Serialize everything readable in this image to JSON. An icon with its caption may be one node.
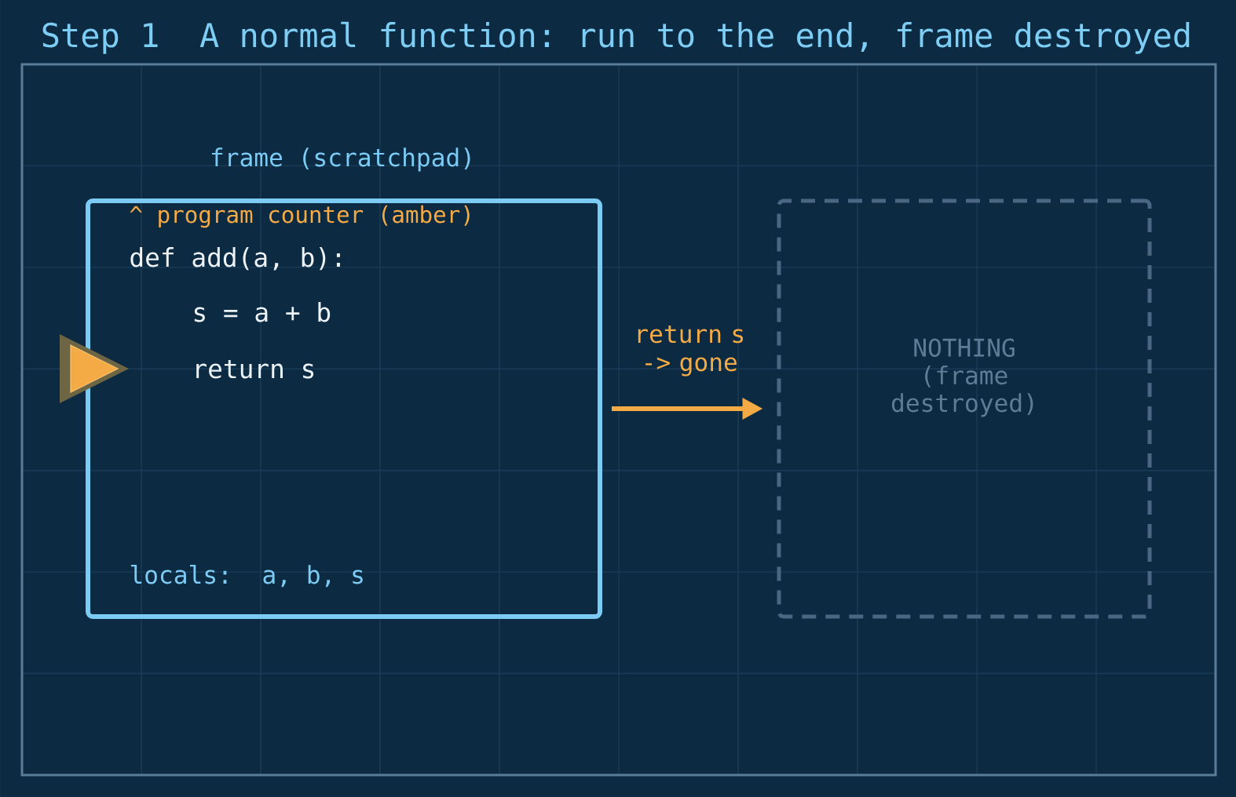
{
  "diagram": {
    "title": "Step 1  A normal function: run to the end, frame destroyed",
    "nodes": [
      {
        "text": [
          "frame (scratchpad)",
          "^ program counter (amber)",
          "def add(a, b):",
          "s = a + b",
          "return s",
          "locals:  a, b, s"
        ]
      },
      {
        "text": [
          "NOTHING (frame destroyed)"
        ]
      }
    ],
    "edges": [
      {
        "from": 0,
        "to": 1,
        "arrow": "to",
        "label": "return s -> gone"
      }
    ]
  }
}
